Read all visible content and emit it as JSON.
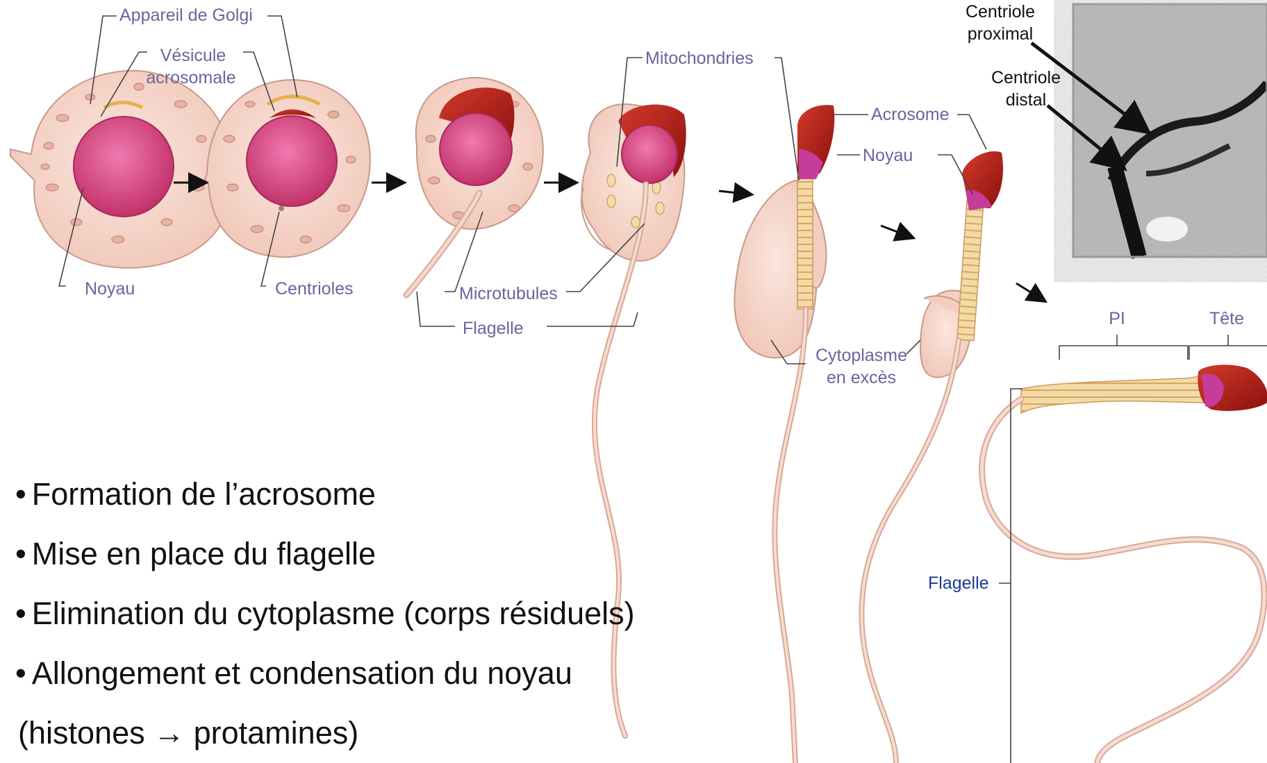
{
  "labels": {
    "golgi": "Appareil de Golgi",
    "vesicule_1": "Vésicule",
    "vesicule_2": "acrosomale",
    "noyau_1": "Noyau",
    "centrioles": "Centrioles",
    "mitochondries": "Mitochondries",
    "microtubules": "Microtubules",
    "flagelle_1": "Flagelle",
    "acrosome": "Acrosome",
    "noyau_2": "Noyau",
    "cytoplasme_1": "Cytoplasme",
    "cytoplasme_2": "en excès",
    "pi": "PI",
    "tete": "Tête",
    "flagelle_2": "Flagelle",
    "centriole_prox_1": "Centriole",
    "centriole_prox_2": "proximal",
    "centriole_dist_1": "Centriole",
    "centriole_dist_2": "distal"
  },
  "bullets": [
    "Formation de l’acrosome",
    "Mise en place du flagelle",
    "Elimination du cytoplasme (corps résiduels)",
    "Allongement et condensation du noyau"
  ],
  "bullet_mark": "•",
  "footnote_pre": "(histones ",
  "footnote_arrow": "→",
  "footnote_post": " protamines)",
  "colors": {
    "cell_fill": "#f7d6cc",
    "cell_stroke": "#c9998a",
    "nucleus": "#d4447a",
    "acrosome": "#b01a1a",
    "midpiece": "#e8c07a",
    "label": "#6a649c",
    "label_blue": "#1a3a9a"
  }
}
